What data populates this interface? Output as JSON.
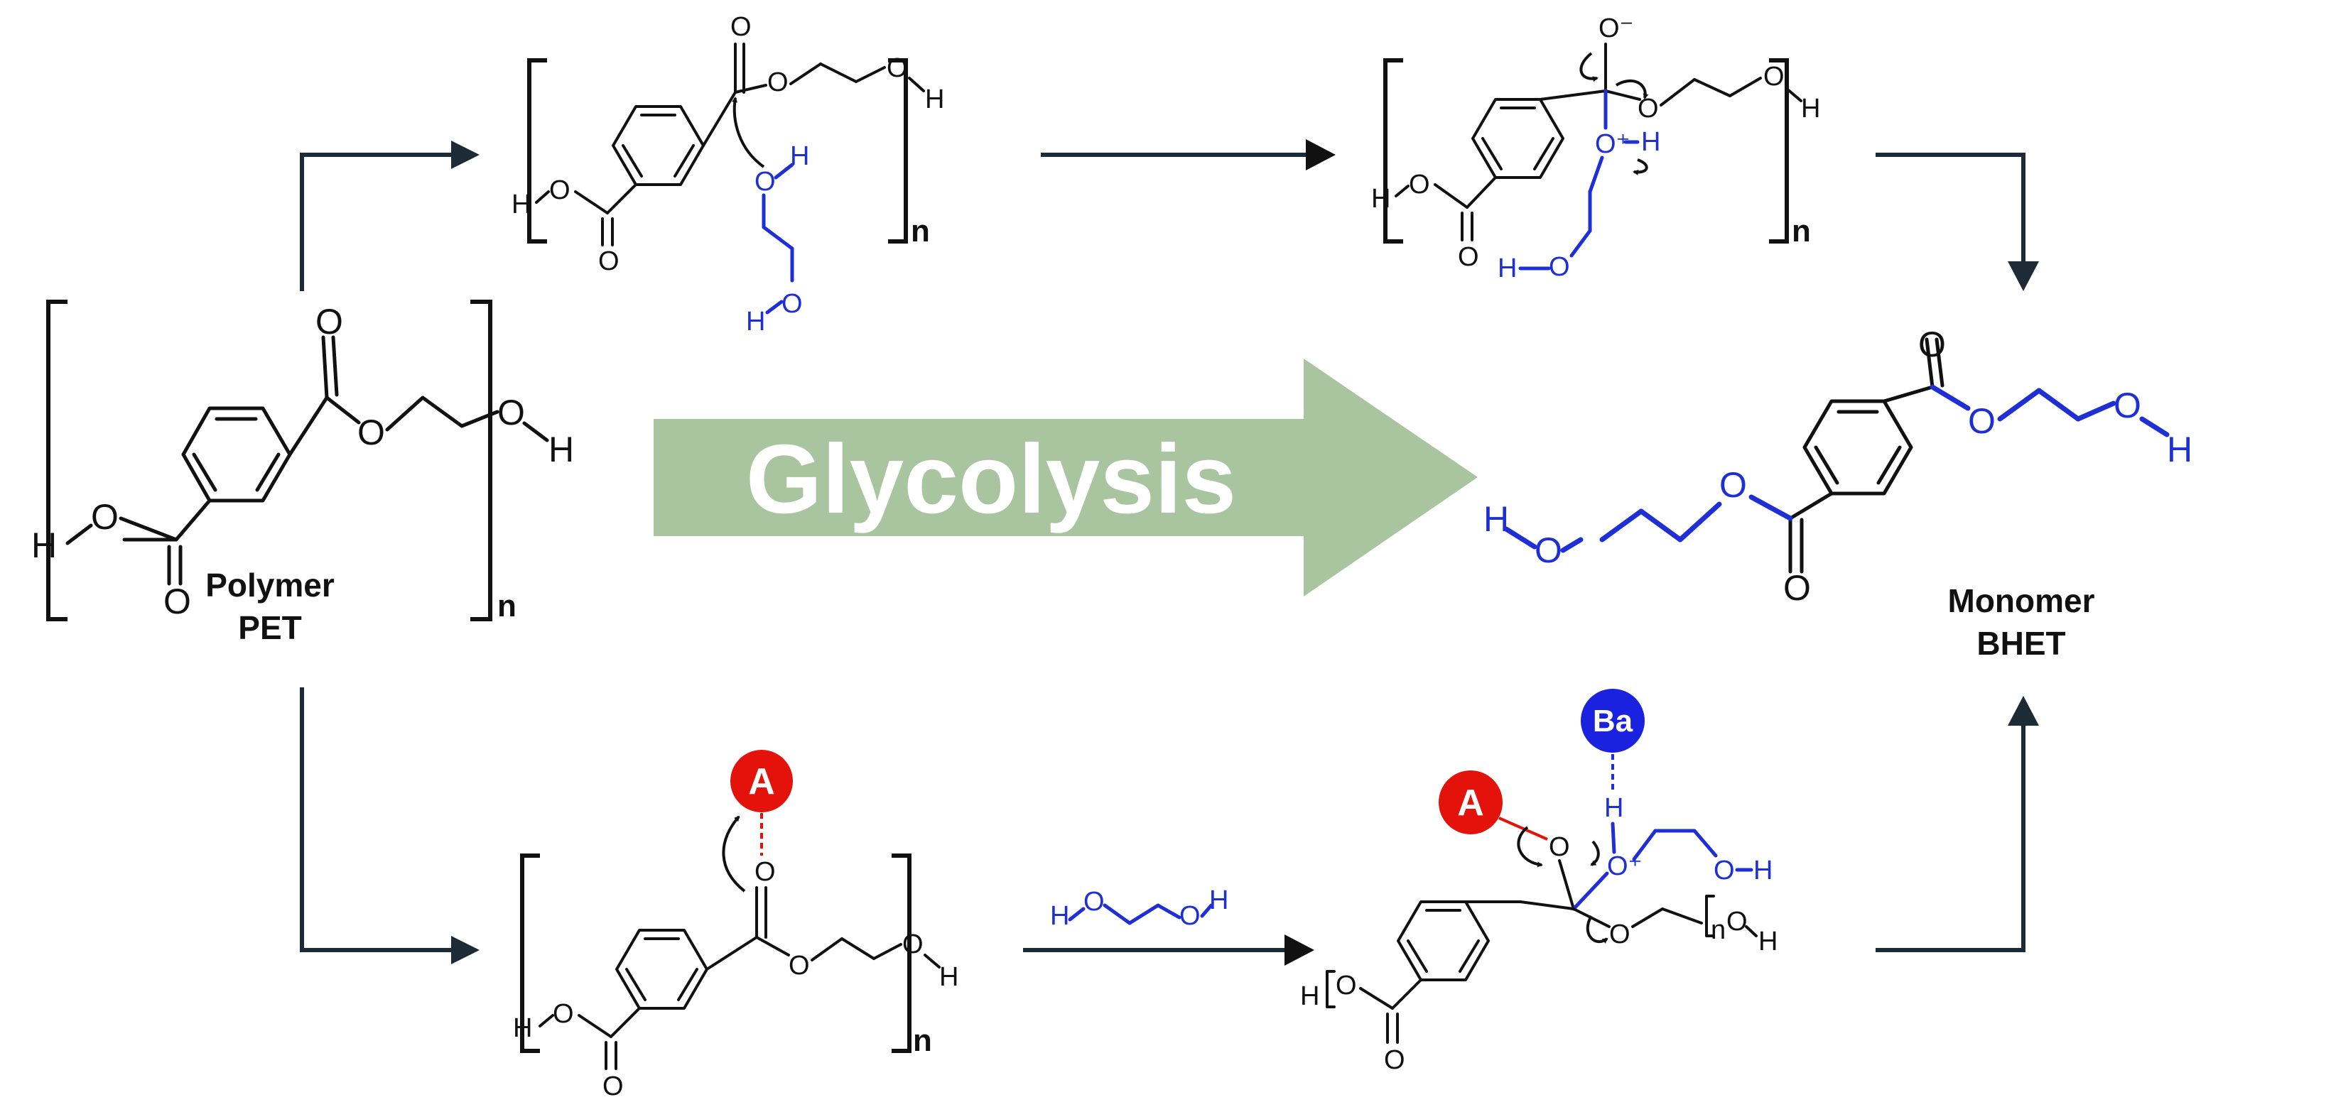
{
  "diagram": {
    "center_process": "Glycolysis",
    "polymer": {
      "name": "Polymer",
      "abbr": "PET"
    },
    "monomer": {
      "name": "Monomer",
      "abbr": "BHET"
    },
    "repeat_unit_symbol": "n",
    "acid_symbol": "A",
    "base_symbol": "Ba",
    "atoms": {
      "H": "H",
      "O": "O",
      "O_minus": "O⁻",
      "O_plus": "O⁺"
    },
    "colors": {
      "arrow_fill": "#a9c5a0",
      "flow_arrow": "#1c2b36",
      "glycol_blue": "#1f2fd6",
      "acid_red": "#e3120b",
      "base_blue": "#1a22e0"
    }
  }
}
